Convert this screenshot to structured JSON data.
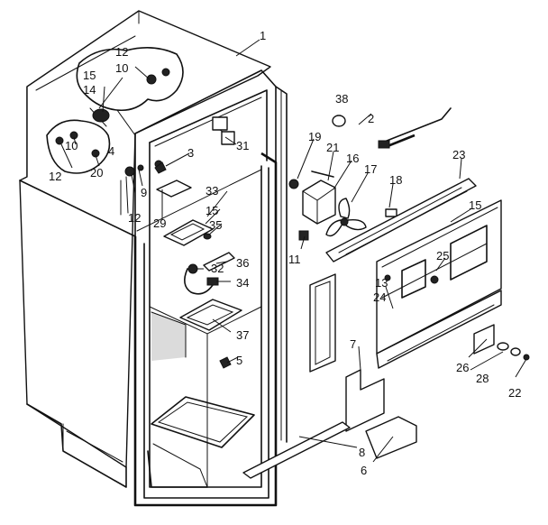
{
  "labels": [
    {
      "id": "1",
      "text": "1"
    },
    {
      "id": "2",
      "text": "2"
    },
    {
      "id": "3",
      "text": "3"
    },
    {
      "id": "4",
      "text": "4"
    },
    {
      "id": "5",
      "text": "5"
    },
    {
      "id": "6",
      "text": "6"
    },
    {
      "id": "7",
      "text": "7"
    },
    {
      "id": "8",
      "text": "8"
    },
    {
      "id": "9",
      "text": "9"
    },
    {
      "id": "10a",
      "text": "10"
    },
    {
      "id": "10b",
      "text": "10"
    },
    {
      "id": "11",
      "text": "11"
    },
    {
      "id": "12a",
      "text": "12"
    },
    {
      "id": "12b",
      "text": "12"
    },
    {
      "id": "12c",
      "text": "12"
    },
    {
      "id": "13",
      "text": "13"
    },
    {
      "id": "14",
      "text": "14"
    },
    {
      "id": "15a",
      "text": "15"
    },
    {
      "id": "15b",
      "text": "15"
    },
    {
      "id": "15c",
      "text": "15"
    },
    {
      "id": "16",
      "text": "16"
    },
    {
      "id": "17",
      "text": "17"
    },
    {
      "id": "18",
      "text": "18"
    },
    {
      "id": "19",
      "text": "19"
    },
    {
      "id": "20",
      "text": "20"
    },
    {
      "id": "21",
      "text": "21"
    },
    {
      "id": "22",
      "text": "22"
    },
    {
      "id": "23",
      "text": "23"
    },
    {
      "id": "24",
      "text": "24"
    },
    {
      "id": "25",
      "text": "25"
    },
    {
      "id": "26",
      "text": "26"
    },
    {
      "id": "28",
      "text": "28"
    },
    {
      "id": "29",
      "text": "29"
    },
    {
      "id": "31",
      "text": "31"
    },
    {
      "id": "32",
      "text": "32"
    },
    {
      "id": "33",
      "text": "33"
    },
    {
      "id": "34",
      "text": "34"
    },
    {
      "id": "35",
      "text": "35"
    },
    {
      "id": "36",
      "text": "36"
    },
    {
      "id": "37",
      "text": "37"
    },
    {
      "id": "38",
      "text": "38"
    }
  ]
}
